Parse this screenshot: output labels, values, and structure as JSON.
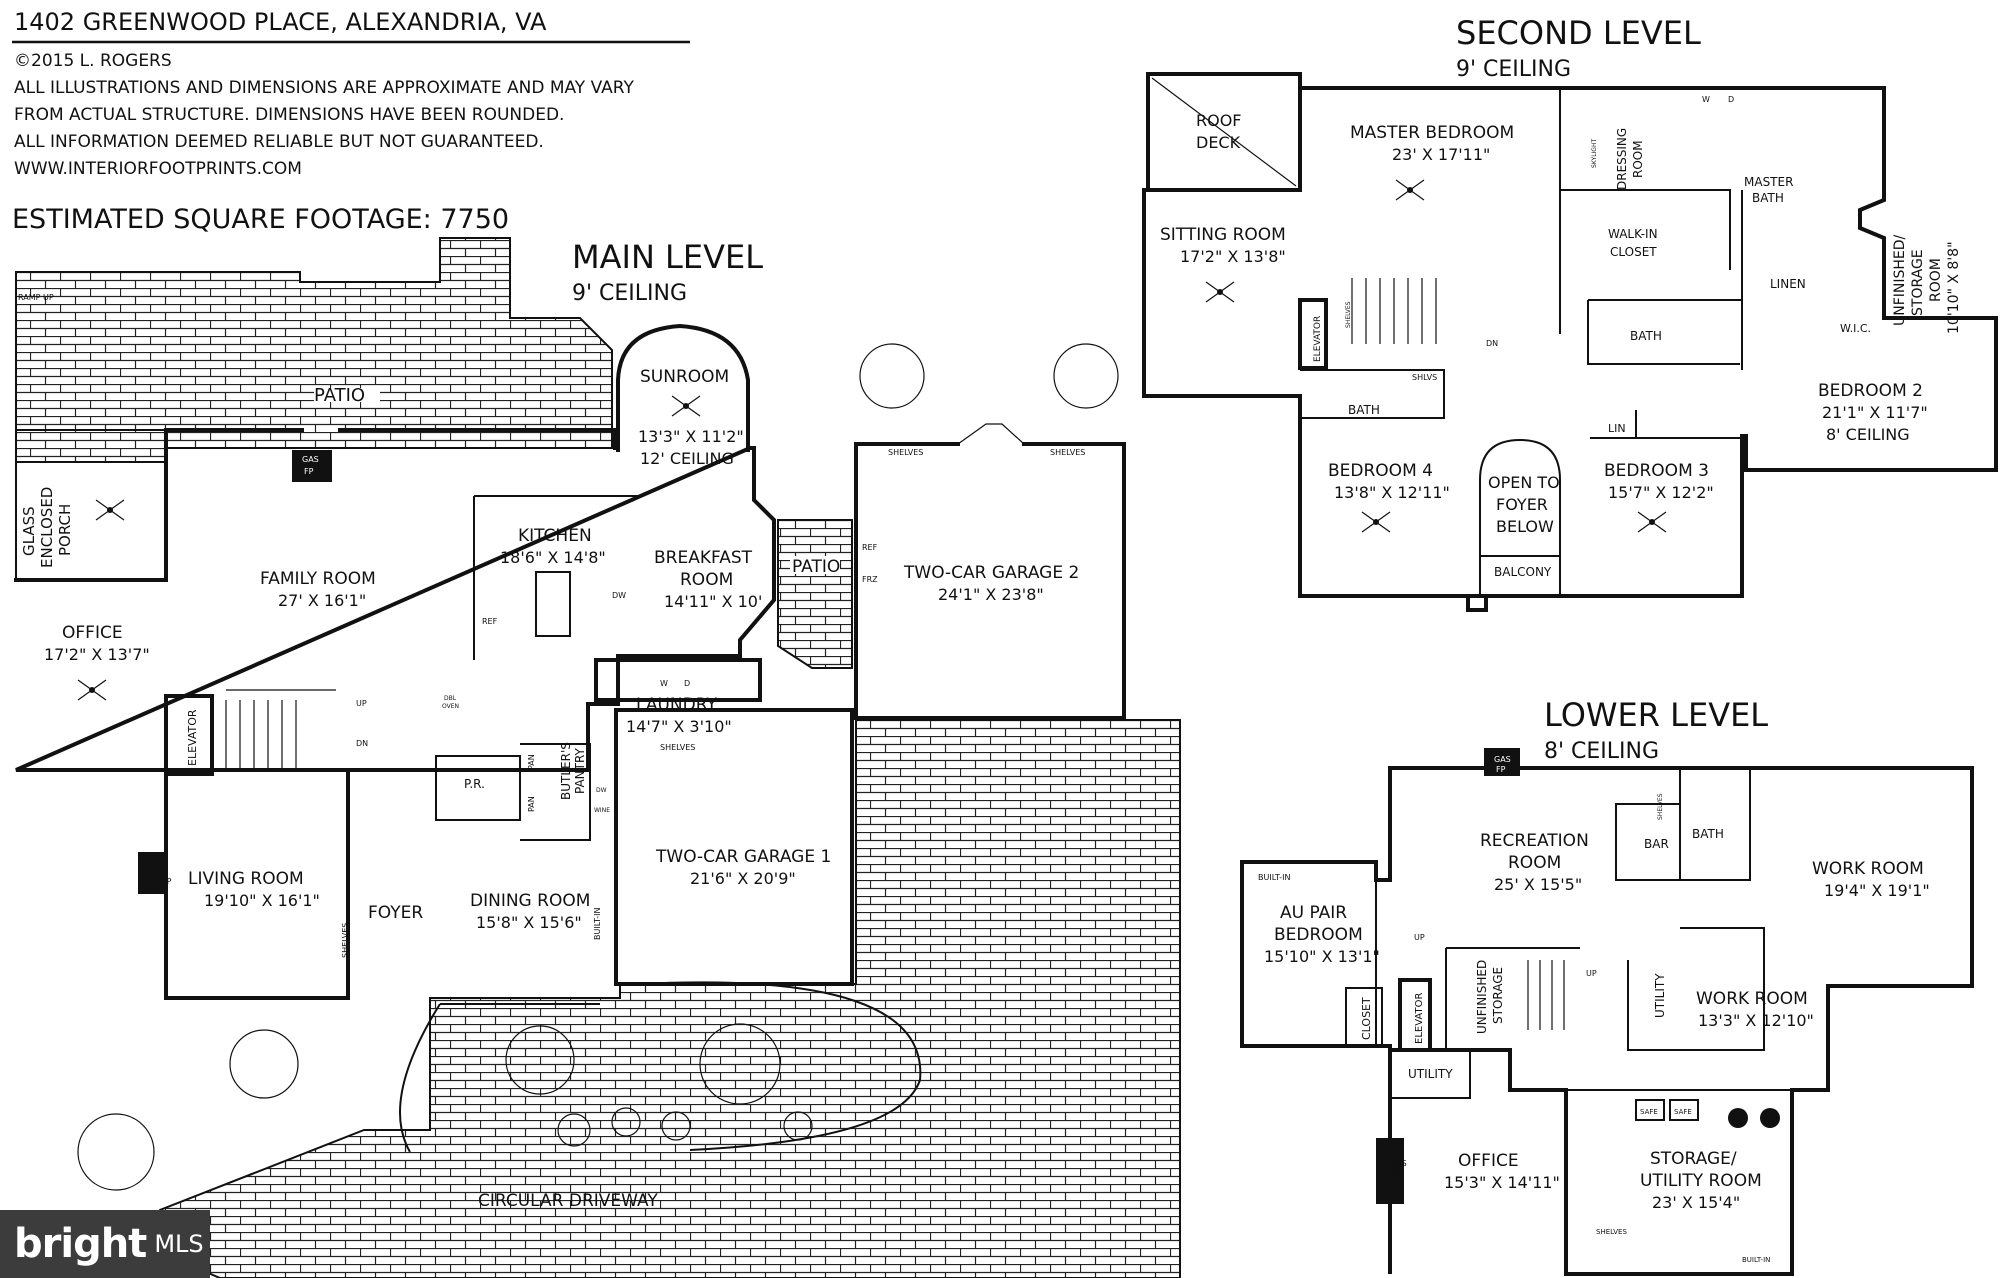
{
  "header": {
    "address": "1402 GREENWOOD PLACE, ALEXANDRIA, VA",
    "copyright": "©2015 L. ROGERS",
    "disclaimer1": "ALL ILLUSTRATIONS AND DIMENSIONS ARE APPROXIMATE AND MAY VARY",
    "disclaimer2": "FROM ACTUAL STRUCTURE. DIMENSIONS HAVE BEEN ROUNDED.",
    "disclaimer3": "ALL INFORMATION DEEMED RELIABLE BUT NOT GUARANTEED.",
    "website": "WWW.INTERIORFOOTPRINTS.COM",
    "sqft": "ESTIMATED SQUARE FOOTAGE: 7750"
  },
  "main_level": {
    "title": "MAIN LEVEL",
    "ceiling": "9' CEILING",
    "patio": "PATIO",
    "ramp": "RAMP UP",
    "sunroom": {
      "name": "SUNROOM",
      "dim": "13'3\" X 11'2\"",
      "note": "12' CEILING"
    },
    "porch": {
      "l1": "GLASS",
      "l2": "ENCLOSED",
      "l3": "PORCH"
    },
    "family_room": {
      "name": "FAMILY ROOM",
      "dim": "27' X 16'1\""
    },
    "kitchen": {
      "name": "KITCHEN",
      "dim": "18'6\" X 14'8\""
    },
    "breakfast": {
      "l1": "BREAKFAST",
      "l2": "ROOM",
      "dim": "14'11\" X 10'"
    },
    "side_patio": "PATIO",
    "office": {
      "name": "OFFICE",
      "dim": "17'2\" X 13'7\""
    },
    "laundry": {
      "name": "LAUNDRY",
      "dim": "14'7\" X 3'10\""
    },
    "garage2": {
      "name": "TWO-CAR GARAGE 2",
      "dim": "24'1\" X 23'8\""
    },
    "garage1": {
      "name": "TWO-CAR GARAGE 1",
      "dim": "21'6\" X 20'9\""
    },
    "living_room": {
      "name": "LIVING ROOM",
      "dim": "19'10\" X 16'1\""
    },
    "foyer": "FOYER",
    "dining_room": {
      "name": "DINING ROOM",
      "dim": "15'8\" X 15'6\""
    },
    "powder": "P.R.",
    "butlers_pantry": {
      "l1": "BUTLER'S",
      "l2": "PANTRY"
    },
    "circular_driveway": "CIRCULAR DRIVEWAY",
    "elevator": "ELEVATOR",
    "gas_fp": {
      "l1": "GAS",
      "l2": "FP"
    },
    "fp": "FP",
    "small": {
      "shelves": "SHELVES",
      "built_in": "BUILT-IN",
      "ref": "REF",
      "frz": "FRZ",
      "dw": "DW",
      "wine": "WINE",
      "pan": "PAN",
      "dbl": "DBL",
      "oven": "OVEN",
      "sh": "SH",
      "w": "W",
      "d": "D",
      "up": "UP",
      "dn": "DN"
    }
  },
  "second_level": {
    "title": "SECOND LEVEL",
    "ceiling": "9' CEILING",
    "roof_deck": {
      "l1": "ROOF",
      "l2": "DECK"
    },
    "sitting_room": {
      "name": "SITTING ROOM",
      "dim": "17'2\" X 13'8\""
    },
    "master_bedroom": {
      "name": "MASTER BEDROOM",
      "dim": "23' X 17'11\""
    },
    "dressing": {
      "l1": "DRESSING",
      "l2": "ROOM"
    },
    "master_bath": {
      "l1": "MASTER",
      "l2": "BATH"
    },
    "walk_in": {
      "l1": "WALK-IN",
      "l2": "CLOSET"
    },
    "linen": "LINEN",
    "unfinished": {
      "l1": "UNFINISHED/",
      "l2": "STORAGE",
      "l3": "ROOM",
      "dim": "10'10\" X 8'8\""
    },
    "wic": "W.I.C.",
    "bath": "BATH",
    "bedroom2": {
      "name": "BEDROOM 2",
      "dim": "21'1\" X 11'7\"",
      "note": "8' CEILING"
    },
    "bedroom4": {
      "name": "BEDROOM 4",
      "dim": "13'8\" X 12'11\""
    },
    "open_foyer": {
      "l1": "OPEN TO",
      "l2": "FOYER",
      "l3": "BELOW"
    },
    "balcony": "BALCONY",
    "bedroom3": {
      "name": "BEDROOM 3",
      "dim": "15'7\" X 12'2\""
    },
    "lin": "LIN",
    "elevator": "ELEVATOR",
    "small": {
      "shelves": "SHELVES",
      "shlvs": "SHLVS",
      "dn": "DN",
      "skylight": "SKYLIGHT",
      "w": "W",
      "d": "D"
    }
  },
  "lower_level": {
    "title": "LOWER LEVEL",
    "ceiling": "8' CEILING",
    "recreation": {
      "l1": "RECREATION",
      "l2": "ROOM",
      "dim": "25' X 15'5\""
    },
    "bar": "BAR",
    "bath": "BATH",
    "work_room1": {
      "name": "WORK ROOM",
      "dim": "19'4\" X 19'1\""
    },
    "au_pair": {
      "l1": "AU PAIR",
      "l2": "BEDROOM",
      "dim": "15'10\" X 13'1\""
    },
    "closet": "CLOSET",
    "elevator": "ELEVATOR",
    "unfinished_storage": {
      "l1": "UNFINISHED",
      "l2": "STORAGE"
    },
    "utility": "UTILITY",
    "work_room2": {
      "name": "WORK ROOM",
      "dim": "13'3\" X 12'10\""
    },
    "office": {
      "name": "OFFICE",
      "dim": "15'3\" X 14'11\""
    },
    "storage": {
      "l1": "STORAGE/",
      "l2": "UTILITY ROOM",
      "dim": "23' X 15'4\""
    },
    "gas_fp": {
      "l1": "GAS",
      "l2": "FP"
    },
    "small": {
      "built_in": "BUILT-IN",
      "shelves": "SHELVES",
      "safe": "SAFE",
      "up": "UP"
    }
  },
  "logo": {
    "brand": "bright",
    "suffix": "MLS"
  }
}
